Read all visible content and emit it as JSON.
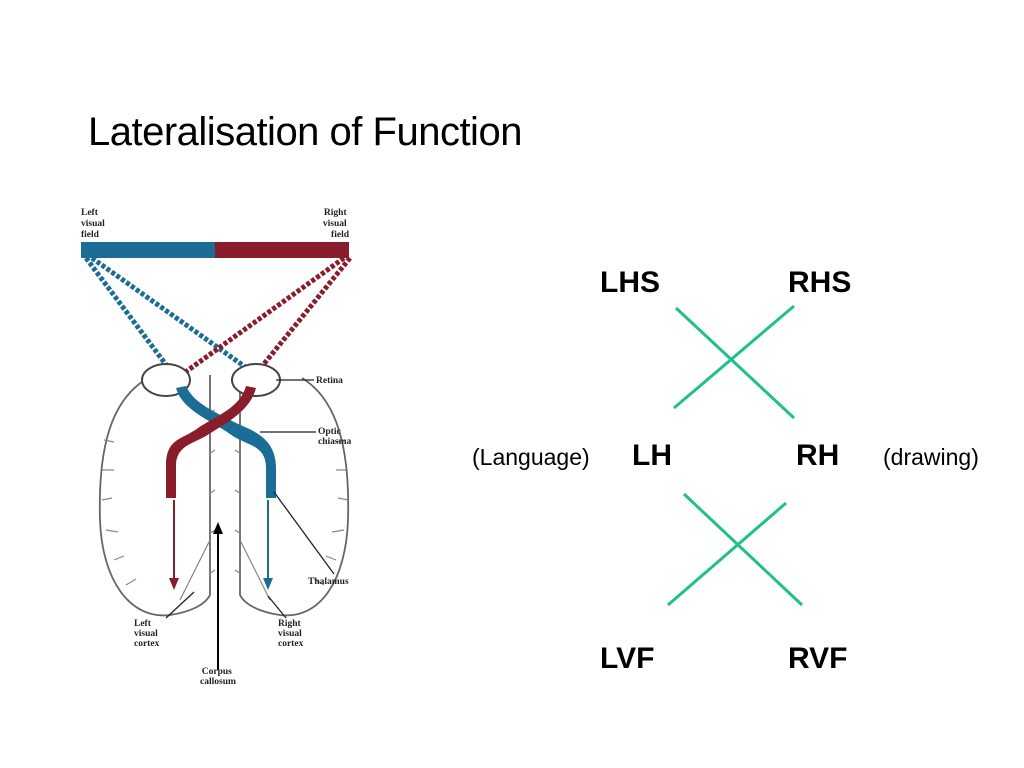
{
  "slide": {
    "title": "Lateralisation of Function"
  },
  "figure": {
    "labels": {
      "left_visual_field": [
        "Left",
        "visual",
        "field"
      ],
      "right_visual_field": [
        "Right",
        "visual",
        "field"
      ],
      "retina": "Retina",
      "optic_chiasma": [
        "Optic",
        "chiasma"
      ],
      "thalamus": "Thalamus",
      "left_visual_cortex": [
        "Left",
        "visual",
        "cortex"
      ],
      "right_visual_cortex": [
        "Right",
        "visual",
        "cortex"
      ],
      "corpus_callosum": [
        "Corpus",
        "callosum"
      ]
    },
    "colors": {
      "left_field": "#1b6d96",
      "right_field": "#8a1d2b"
    }
  },
  "scheme": {
    "lhs": "LHS",
    "rhs": "RHS",
    "lh": "LH",
    "rh": "RH",
    "lvf": "LVF",
    "rvf": "RVF",
    "lh_note": "(Language)",
    "rh_note": "(drawing)",
    "cross_color": "#20c08d"
  }
}
